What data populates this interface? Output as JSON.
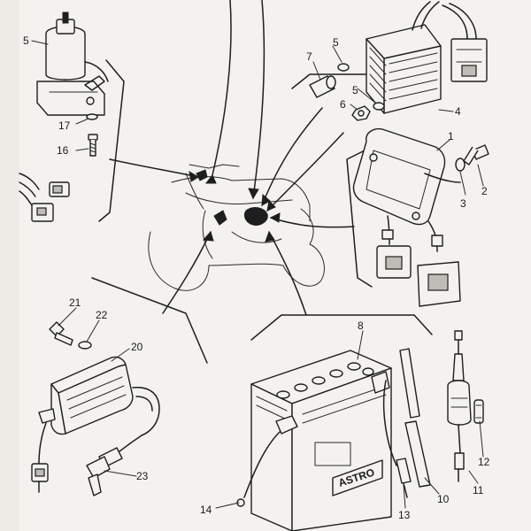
{
  "callouts": {
    "c1": "1",
    "c2": "2",
    "c3": "3",
    "c4": "4",
    "c5a": "5",
    "c5b": "5",
    "c5c": "5",
    "c6": "6",
    "c7": "7",
    "c8": "8",
    "c10": "10",
    "c11": "11",
    "c12": "12",
    "c13": "13",
    "c14": "14",
    "c16": "16",
    "c17": "17",
    "c20": "20",
    "c21": "21",
    "c22": "22",
    "c23": "23"
  },
  "battery": {
    "brand": "ASTRO"
  },
  "colors": {
    "ink": "#1e1e1e",
    "paper": "#f3f2ee",
    "background": "#ecebe6"
  }
}
